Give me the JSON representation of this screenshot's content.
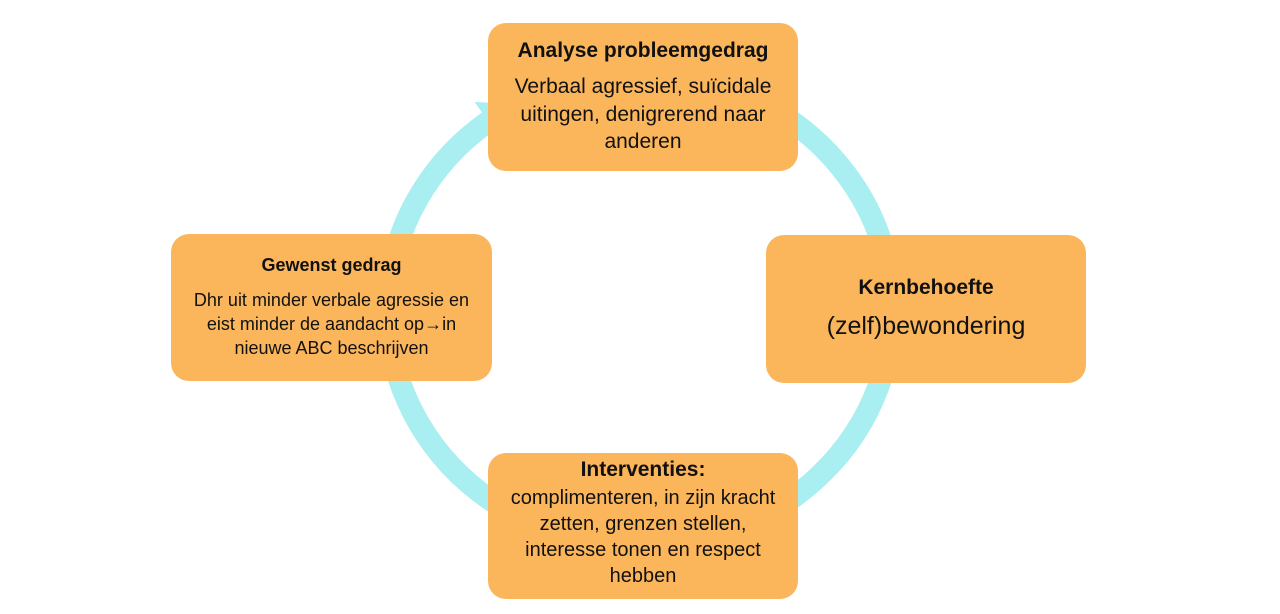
{
  "colors": {
    "box_fill": "#fbb65c",
    "ring": "#a9eef0",
    "text": "#111111"
  },
  "diagram": {
    "type": "cycle",
    "direction": "clockwise",
    "nodes": {
      "analyse": {
        "title": "Analyse probleemgedrag",
        "body": "Verbaal agressief, suïcidale uitingen, denigrerend naar anderen"
      },
      "kernbehoefte": {
        "title": "Kernbehoefte",
        "body": "(zelf)bewondering"
      },
      "interventies": {
        "title": "Interventies:",
        "body": "complimenteren, in zijn kracht zetten, grenzen stellen, interesse tonen en respect hebben"
      },
      "gewenst": {
        "title": "Gewenst gedrag",
        "body": "Dhr uit minder verbale agressie en eist minder de aandacht op→in nieuwe ABC beschrijven"
      }
    }
  }
}
